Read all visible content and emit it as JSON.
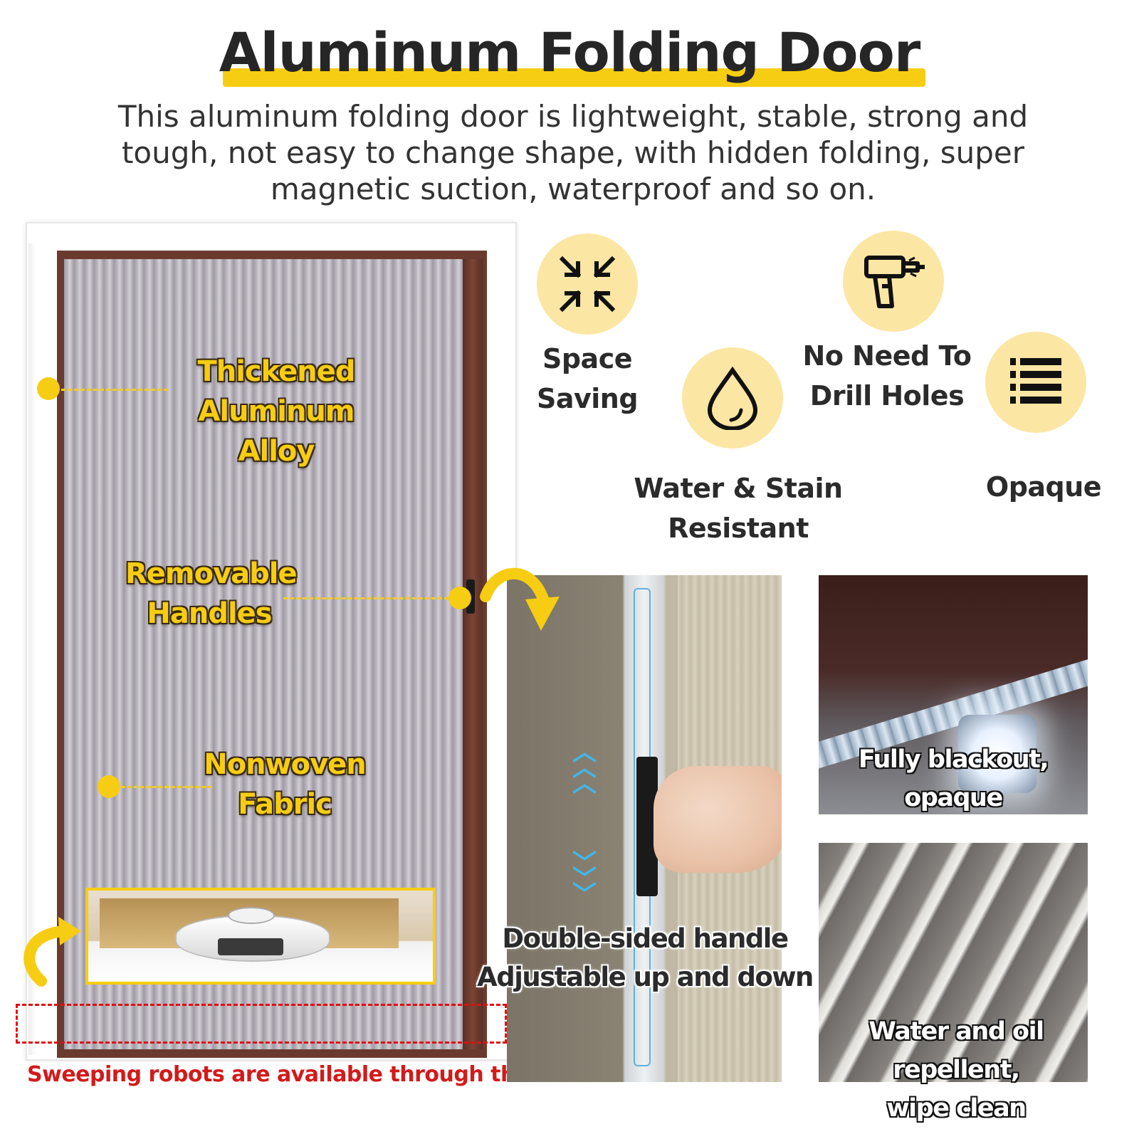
{
  "header": {
    "title": "Aluminum Folding Door",
    "subtitle": "This aluminum folding door is lightweight, stable, strong and tough, not easy to change shape, with hidden folding, super magnetic suction, waterproof and so on."
  },
  "door_callouts": {
    "alloy_line1": "Thickened",
    "alloy_line2": "Aluminum Alloy",
    "handles_line1": "Removable",
    "handles_line2": "Handles",
    "fabric_line1": "Nonwoven",
    "fabric_line2": "Fabric",
    "robot_caption": "Sweeping robots are available through the"
  },
  "features": [
    {
      "icon": "compress-arrows-icon",
      "line1": "Space",
      "line2": "Saving"
    },
    {
      "icon": "water-drop-icon",
      "line1": "Water & Stain",
      "line2": "Resistant"
    },
    {
      "icon": "drill-icon",
      "line1": "No Need To",
      "line2": "Drill Holes"
    },
    {
      "icon": "blinds-icon",
      "line1": "Opaque",
      "line2": ""
    }
  ],
  "photos": {
    "handle_line1": "Double-sided handle",
    "handle_line2": "Adjustable up and down",
    "blackout_line1": "Fully blackout,",
    "blackout_line2": "opaque",
    "water_line1": "Water and oil repellent,",
    "water_line2": "wipe clean"
  },
  "colors": {
    "accent_yellow": "#f6cd12",
    "icon_circle": "#fbe6a4",
    "frame_brown": "#6b3a2e",
    "warning_red": "#d31a1a",
    "chevron_blue": "#41b8ea"
  }
}
